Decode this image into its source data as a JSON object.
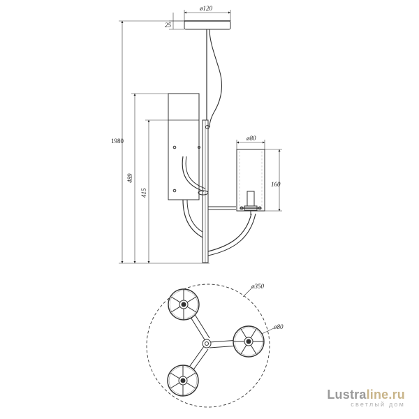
{
  "dimensions": {
    "canopy_diameter": "ø120",
    "canopy_height": "25",
    "total_height": "1980",
    "body_height": "489",
    "arm_height": "415",
    "shade_diameter": "ø80",
    "shade_height": "160",
    "plan_diameter": "ø350",
    "plan_shade_diameter": "ø80"
  },
  "watermark": {
    "brand_part1": "Lustra",
    "brand_part2": "line.ru",
    "tagline": "светлый дом"
  }
}
